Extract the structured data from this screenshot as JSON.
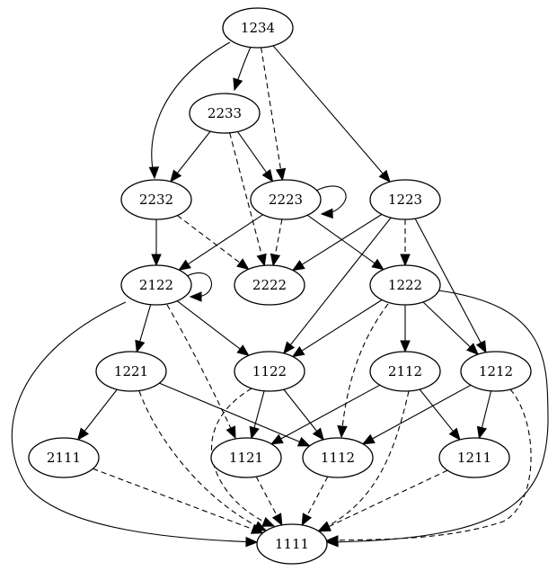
{
  "nodes": [
    {
      "id": "n1234",
      "label": "1234"
    },
    {
      "id": "n2233",
      "label": "2233"
    },
    {
      "id": "n2232",
      "label": "2232"
    },
    {
      "id": "n2223",
      "label": "2223"
    },
    {
      "id": "n1223",
      "label": "1223"
    },
    {
      "id": "n2122",
      "label": "2122"
    },
    {
      "id": "n2222",
      "label": "2222"
    },
    {
      "id": "n1222",
      "label": "1222"
    },
    {
      "id": "n1221",
      "label": "1221"
    },
    {
      "id": "n1122",
      "label": "1122"
    },
    {
      "id": "n2112",
      "label": "2112"
    },
    {
      "id": "n1212",
      "label": "1212"
    },
    {
      "id": "n2111",
      "label": "2111"
    },
    {
      "id": "n1121",
      "label": "1121"
    },
    {
      "id": "n1112",
      "label": "1112"
    },
    {
      "id": "n1211",
      "label": "1211"
    },
    {
      "id": "n1111",
      "label": "1111"
    }
  ],
  "edges": [
    {
      "from": "1234",
      "to": "2233",
      "style": "solid"
    },
    {
      "from": "1234",
      "to": "2232",
      "style": "solid"
    },
    {
      "from": "1234",
      "to": "2223",
      "style": "dashed"
    },
    {
      "from": "1234",
      "to": "1223",
      "style": "solid"
    },
    {
      "from": "2233",
      "to": "2232",
      "style": "solid"
    },
    {
      "from": "2233",
      "to": "2223",
      "style": "solid"
    },
    {
      "from": "2233",
      "to": "2222",
      "style": "dashed"
    },
    {
      "from": "2223",
      "to": "2223",
      "style": "solid"
    },
    {
      "from": "2232",
      "to": "2122",
      "style": "solid"
    },
    {
      "from": "2232",
      "to": "2222",
      "style": "dashed"
    },
    {
      "from": "2223",
      "to": "2122",
      "style": "solid"
    },
    {
      "from": "2223",
      "to": "2222",
      "style": "dashed"
    },
    {
      "from": "2223",
      "to": "1222",
      "style": "solid"
    },
    {
      "from": "1223",
      "to": "2222",
      "style": "solid"
    },
    {
      "from": "1223",
      "to": "1222",
      "style": "dashed"
    },
    {
      "from": "1223",
      "to": "1122",
      "style": "solid"
    },
    {
      "from": "1223",
      "to": "1212",
      "style": "solid"
    },
    {
      "from": "2122",
      "to": "2122",
      "style": "solid"
    },
    {
      "from": "2122",
      "to": "1221",
      "style": "solid"
    },
    {
      "from": "2122",
      "to": "1122",
      "style": "solid"
    },
    {
      "from": "2122",
      "to": "1121",
      "style": "dashed"
    },
    {
      "from": "2122",
      "to": "1111",
      "style": "solid"
    },
    {
      "from": "1222",
      "to": "1122",
      "style": "solid"
    },
    {
      "from": "1222",
      "to": "2112",
      "style": "solid"
    },
    {
      "from": "1222",
      "to": "1212",
      "style": "solid"
    },
    {
      "from": "1222",
      "to": "1112",
      "style": "dashed"
    },
    {
      "from": "1222",
      "to": "1111",
      "style": "solid"
    },
    {
      "from": "1221",
      "to": "2111",
      "style": "solid"
    },
    {
      "from": "1221",
      "to": "1112",
      "style": "solid"
    },
    {
      "from": "1221",
      "to": "1111",
      "style": "dashed"
    },
    {
      "from": "1122",
      "to": "1121",
      "style": "solid"
    },
    {
      "from": "1122",
      "to": "1112",
      "style": "solid"
    },
    {
      "from": "1122",
      "to": "1111",
      "style": "dashed"
    },
    {
      "from": "2112",
      "to": "1121",
      "style": "solid"
    },
    {
      "from": "2112",
      "to": "1211",
      "style": "solid"
    },
    {
      "from": "2112",
      "to": "1111",
      "style": "dashed"
    },
    {
      "from": "1212",
      "to": "1112",
      "style": "solid"
    },
    {
      "from": "1212",
      "to": "1211",
      "style": "solid"
    },
    {
      "from": "1212",
      "to": "1111",
      "style": "dashed"
    },
    {
      "from": "2111",
      "to": "1111",
      "style": "dashed"
    },
    {
      "from": "1121",
      "to": "1111",
      "style": "dashed"
    },
    {
      "from": "1112",
      "to": "1111",
      "style": "dashed"
    },
    {
      "from": "1211",
      "to": "1111",
      "style": "dashed"
    }
  ]
}
